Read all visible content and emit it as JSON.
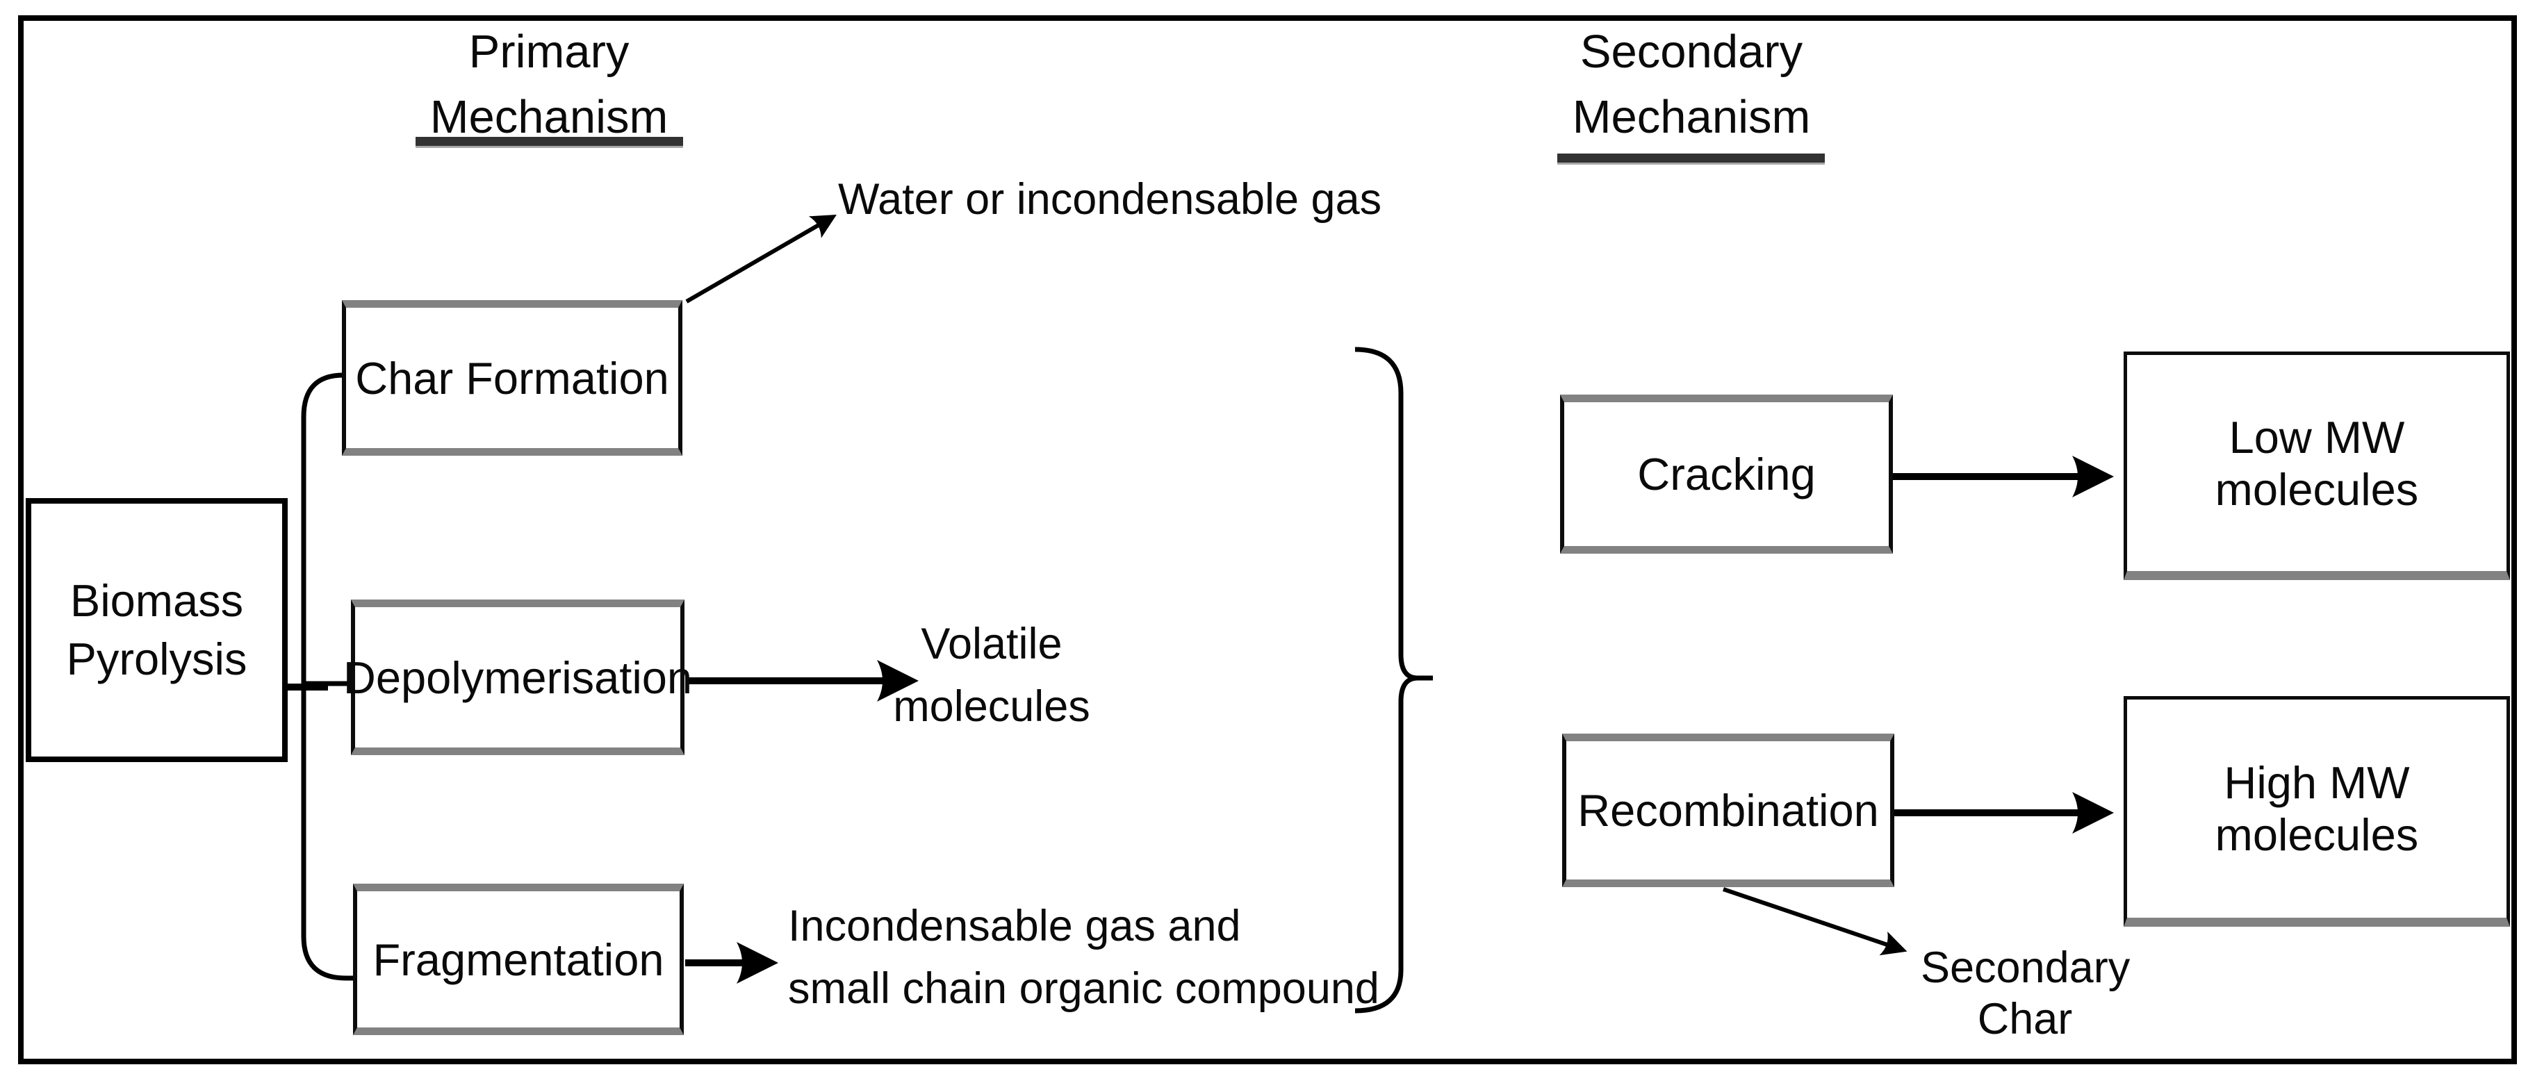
{
  "diagram": {
    "title_primary": {
      "line1": "Primary",
      "line2": "Mechanism"
    },
    "title_secondary": {
      "line1": "Secondary",
      "line2": "Mechanism"
    },
    "boxes": {
      "biomass_pyrolysis": {
        "line1": "Biomass",
        "line2": "Pyrolysis"
      },
      "char_formation": "Char Formation",
      "depolymerisation": "Depolymerisation",
      "fragmentation": "Fragmentation",
      "cracking": "Cracking",
      "recombination": "Recombination",
      "low_mw_molecules": "Low MW molecules",
      "high_mw_molecules": "High MW molecules"
    },
    "labels": {
      "water_gas": "Water or incondensable gas",
      "volatile_molecules": {
        "line1": "Volatile",
        "line2": "molecules"
      },
      "incondensable_gas": {
        "line1": "Incondensable gas and",
        "line2": "small chain organic compound"
      },
      "secondary_char": {
        "line1": "Secondary",
        "line2": "Char"
      }
    },
    "colors": {
      "background": "#ffffff",
      "text": "#0a0a0a",
      "line": "#0a0a0a",
      "box_border": "#0c0c0c",
      "box_shade": "#828282",
      "underline": "#323232"
    }
  }
}
